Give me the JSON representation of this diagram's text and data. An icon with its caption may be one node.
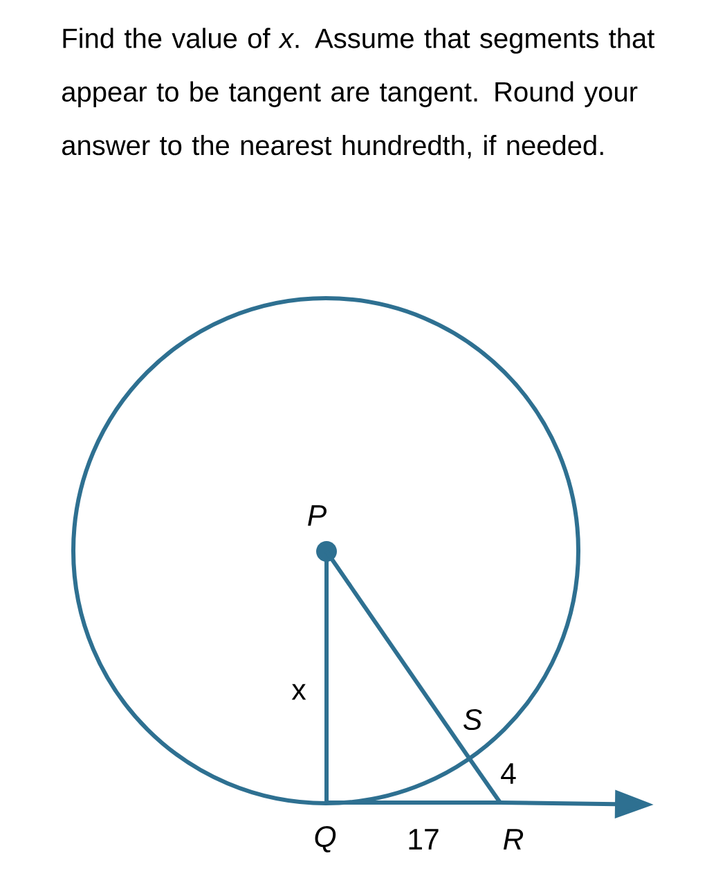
{
  "diagram": {
    "title": "Find the value of *x*. Assume that segments that appear to be tangent are tangent. Round your answer to the nearest hundredth, if needed.",
    "nodes": [
      {
        "text": [
          "P"
        ]
      },
      {
        "text": [
          "Q"
        ]
      },
      {
        "text": [
          "R"
        ]
      },
      {
        "text": [
          "S"
        ]
      }
    ],
    "edges": [
      {
        "from": 0,
        "to": 1,
        "arrow": "none",
        "label": "x"
      },
      {
        "from": 0,
        "to": 3,
        "arrow": "none"
      },
      {
        "from": 3,
        "to": 2,
        "arrow": "none",
        "label": "4"
      },
      {
        "from": 1,
        "to": 2,
        "arrow": "none",
        "label": "17"
      },
      {
        "from": 2,
        "to": null,
        "arrow": "to"
      }
    ]
  }
}
